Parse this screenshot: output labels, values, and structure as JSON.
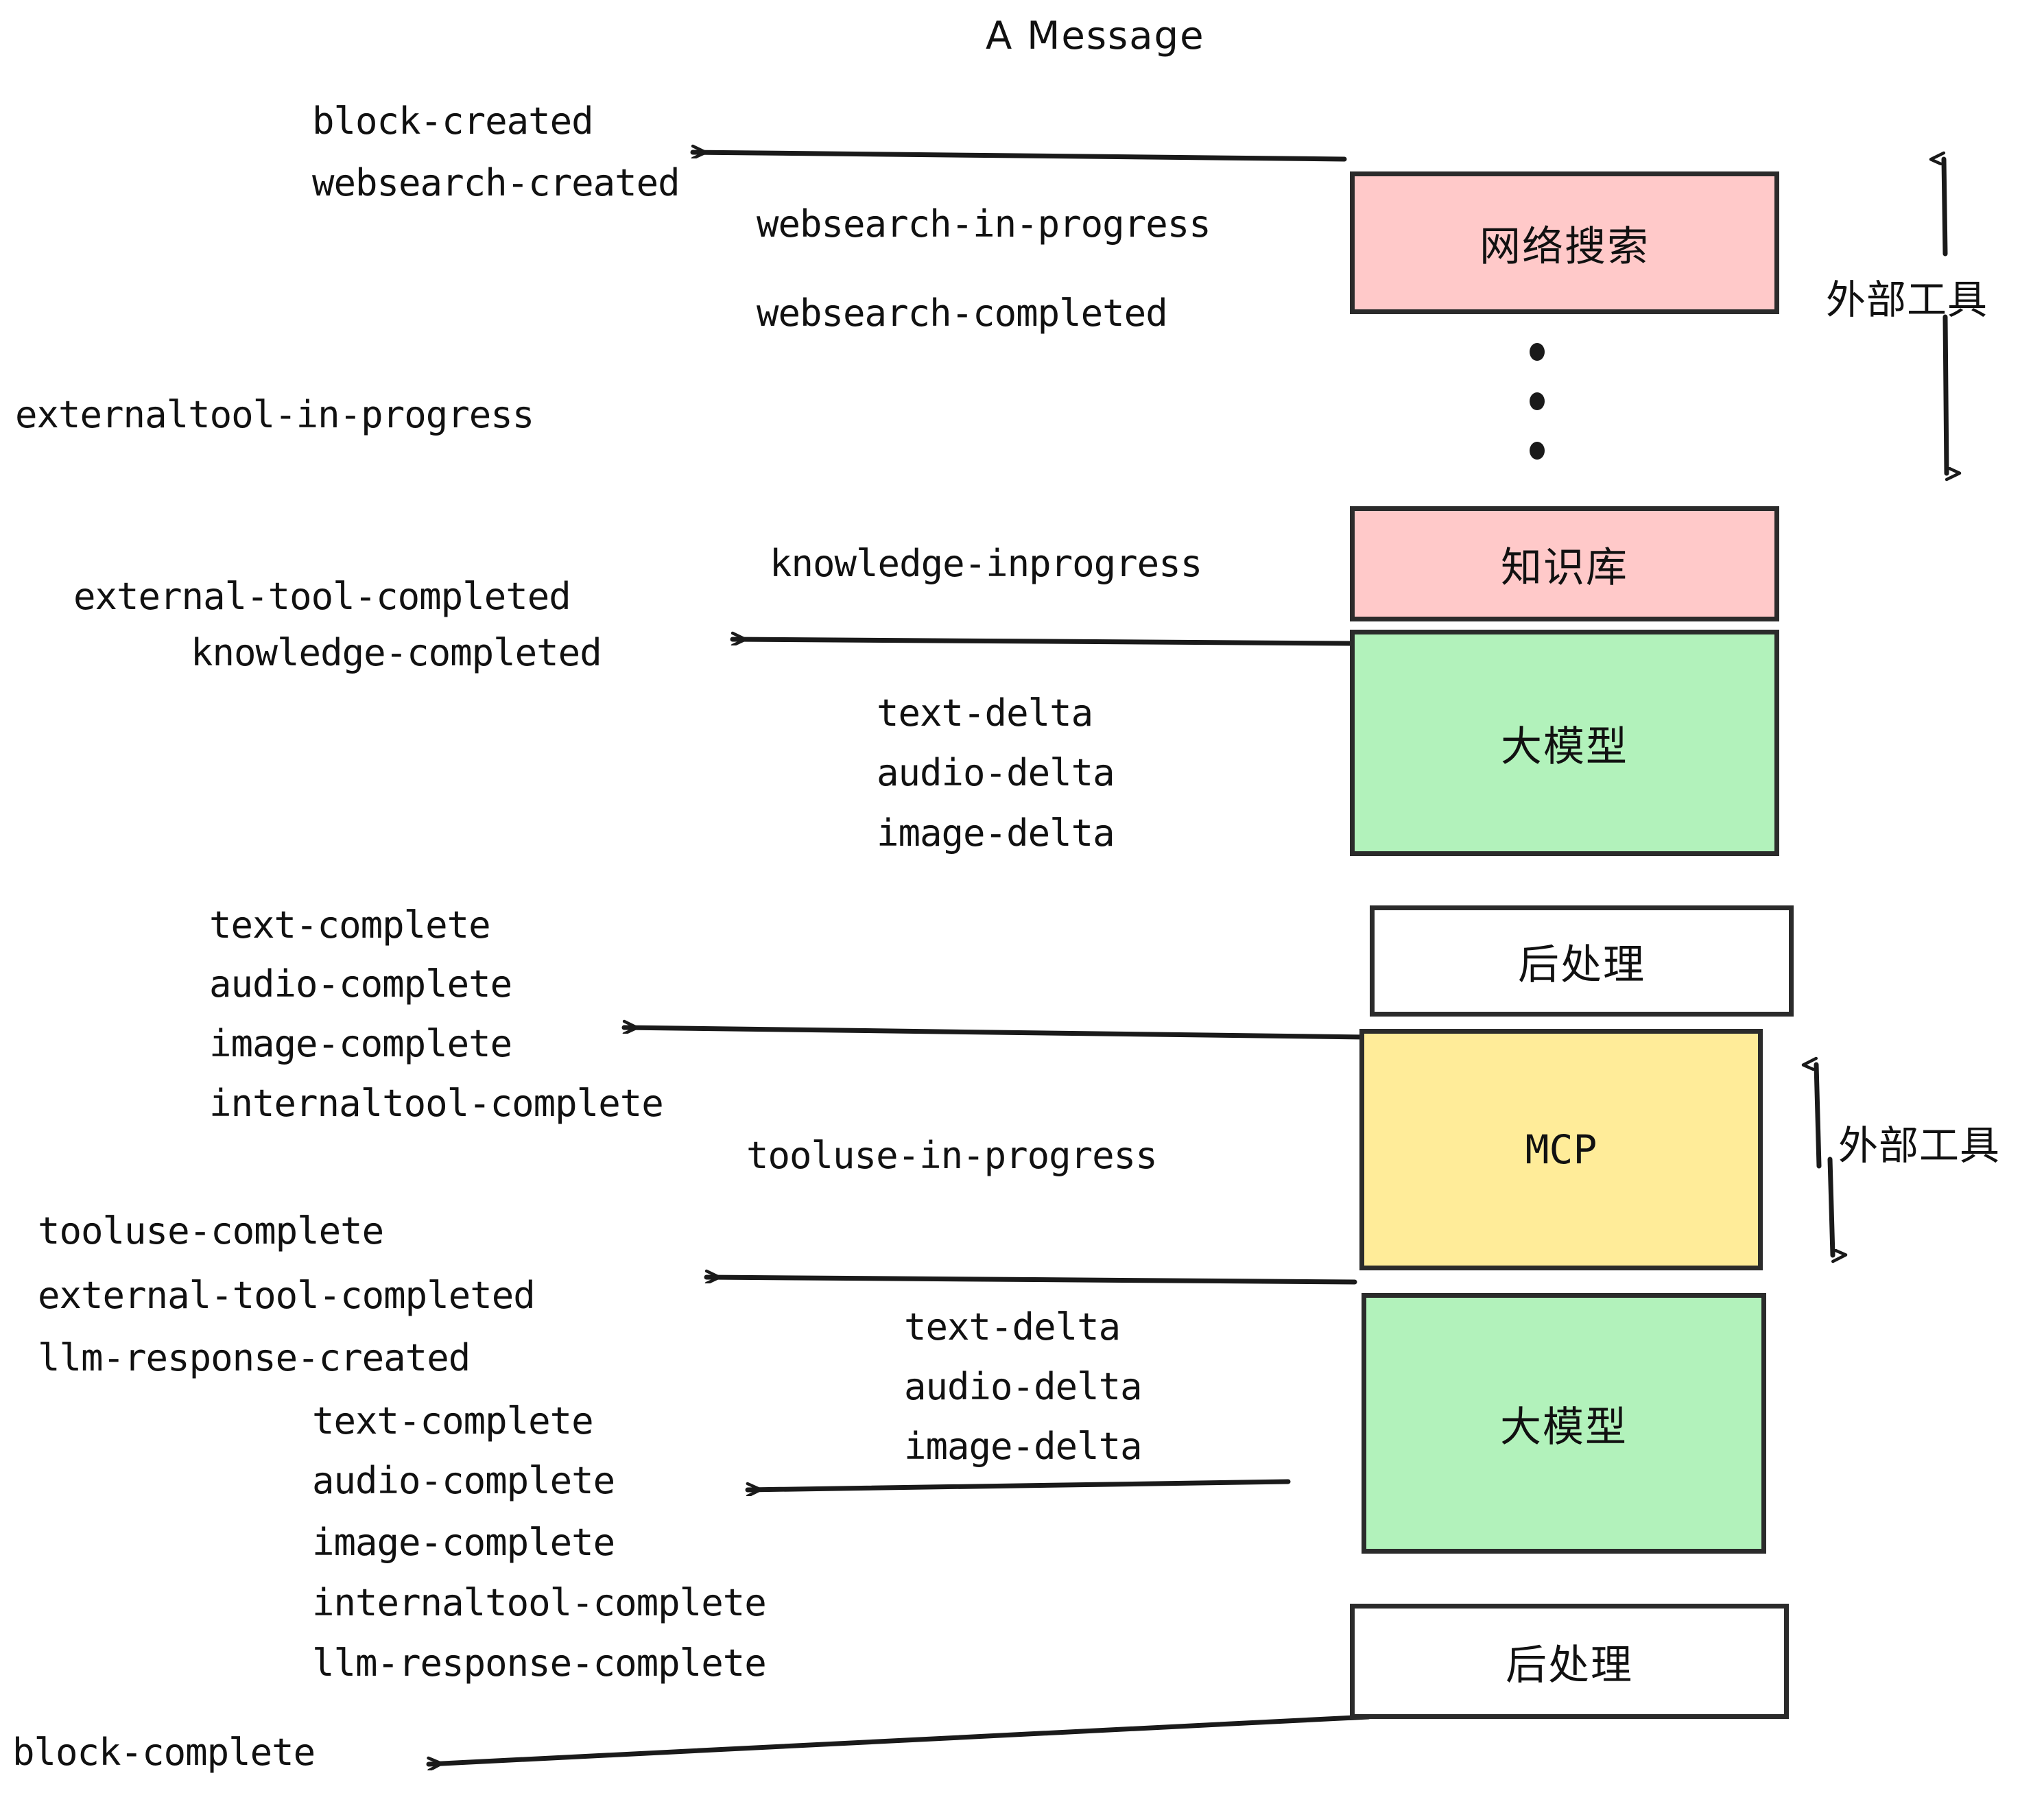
{
  "title": "A Message",
  "colors": {
    "pink": "#FFC9C9",
    "green": "#B2F2BB",
    "yellow": "#FFEC99",
    "white": "#FFFFFF",
    "stroke": "#2B2B2B",
    "text": "#111111",
    "background": "#FFFFFF"
  },
  "boxes": [
    {
      "id": "websearch",
      "label": "网络搜索",
      "fill": "#FFC9C9"
    },
    {
      "id": "knowledge",
      "label": "知识库",
      "fill": "#FFC9C9"
    },
    {
      "id": "llm-top",
      "label": "大模型",
      "fill": "#B2F2BB"
    },
    {
      "id": "post-top",
      "label": "后处理",
      "fill": "#FFFFFF"
    },
    {
      "id": "mcp",
      "label": "MCP",
      "fill": "#FFEC99"
    },
    {
      "id": "llm-bottom",
      "label": "大模型",
      "fill": "#B2F2BB"
    },
    {
      "id": "post-bottom",
      "label": "后处理",
      "fill": "#FFFFFF"
    }
  ],
  "side_labels": [
    {
      "id": "external-tool-top",
      "label": "外部工具"
    },
    {
      "id": "external-tool-bottom",
      "label": "外部工具"
    }
  ],
  "events": [
    {
      "id": "block-created",
      "label": "block-created"
    },
    {
      "id": "websearch-created",
      "label": "websearch-created"
    },
    {
      "id": "websearch-in-progress",
      "label": "websearch-in-progress"
    },
    {
      "id": "websearch-completed",
      "label": "websearch-completed"
    },
    {
      "id": "externaltool-in-progress",
      "label": "externaltool-in-progress"
    },
    {
      "id": "knowledge-inprogress",
      "label": "knowledge-inprogress"
    },
    {
      "id": "external-tool-completed-1",
      "label": "external-tool-completed"
    },
    {
      "id": "knowledge-completed",
      "label": "knowledge-completed"
    },
    {
      "id": "text-delta-1",
      "label": "text-delta"
    },
    {
      "id": "audio-delta-1",
      "label": "audio-delta"
    },
    {
      "id": "image-delta-1",
      "label": "image-delta"
    },
    {
      "id": "text-complete-1",
      "label": "text-complete"
    },
    {
      "id": "audio-complete-1",
      "label": "audio-complete"
    },
    {
      "id": "image-complete-1",
      "label": "image-complete"
    },
    {
      "id": "internaltool-complete-1",
      "label": "internaltool-complete"
    },
    {
      "id": "tooluse-in-progress",
      "label": "tooluse-in-progress"
    },
    {
      "id": "tooluse-complete",
      "label": "tooluse-complete"
    },
    {
      "id": "external-tool-completed-2",
      "label": "external-tool-completed"
    },
    {
      "id": "llm-response-created",
      "label": "llm-response-created"
    },
    {
      "id": "text-delta-2",
      "label": "text-delta"
    },
    {
      "id": "audio-delta-2",
      "label": "audio-delta"
    },
    {
      "id": "image-delta-2",
      "label": "image-delta"
    },
    {
      "id": "text-complete-2",
      "label": "text-complete"
    },
    {
      "id": "audio-complete-2",
      "label": "audio-complete"
    },
    {
      "id": "image-complete-2",
      "label": "image-complete"
    },
    {
      "id": "internaltool-complete-2",
      "label": "internaltool-complete"
    },
    {
      "id": "llm-response-complete",
      "label": "llm-response-complete"
    },
    {
      "id": "block-complete",
      "label": "block-complete"
    }
  ]
}
